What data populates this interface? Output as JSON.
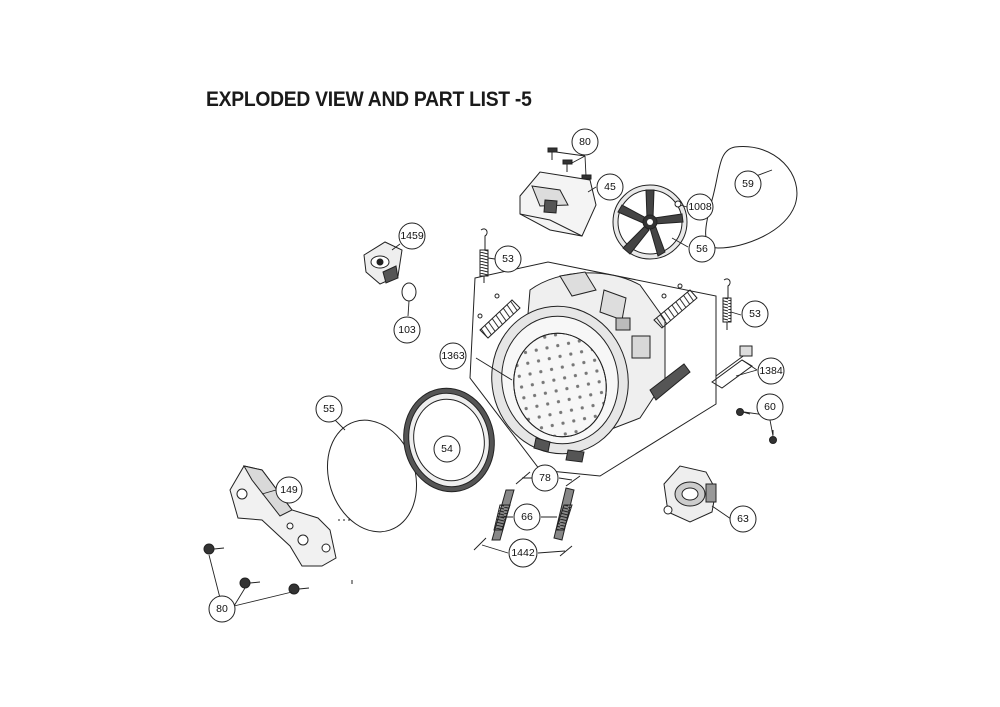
{
  "title": "EXPLODED VIEW AND PART LIST -5",
  "callouts": {
    "c80_top": "80",
    "c45": "45",
    "c1008": "1008",
    "c59": "59",
    "c56": "56",
    "c1459": "1459",
    "c53_left": "53",
    "c53_right": "53",
    "c103": "103",
    "c1363": "1363",
    "c1384": "1384",
    "c60": "60",
    "c55": "55",
    "c54": "54",
    "c78": "78",
    "c66": "66",
    "c149": "149",
    "c63": "63",
    "c1442": "1442",
    "c80_bottom": "80"
  }
}
